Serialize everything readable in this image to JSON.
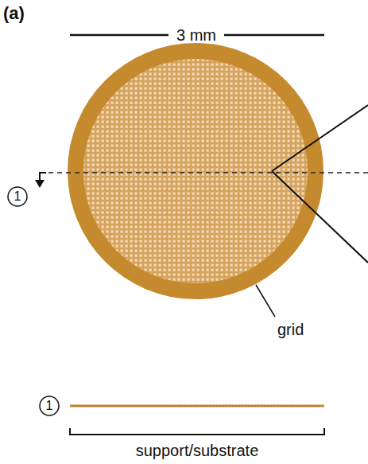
{
  "diagram": {
    "labels": [
      "(a)",
      "3 mm",
      "1",
      "grid",
      "1",
      "support/substrate"
    ]
  }
}
